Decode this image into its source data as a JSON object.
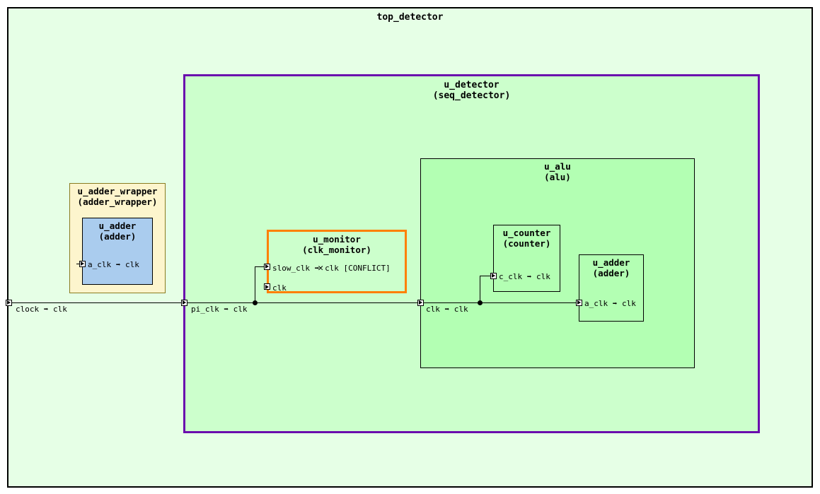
{
  "diagram": {
    "title": "top_detector",
    "background": "#e6ffe6",
    "border_color": "#000000"
  },
  "modules": {
    "top_detector": {
      "name": "top_detector",
      "type": "",
      "fill": "#e6ffe6",
      "border": "#000000"
    },
    "u_detector": {
      "name": "u_detector",
      "type": "(seq_detector)",
      "fill": "#ccffcc",
      "border": "#6a0dad"
    },
    "u_adder_wrapper": {
      "name": "u_adder_wrapper",
      "type": "(adder_wrapper)",
      "fill": "#fdf5cd",
      "border": "#8a7c20"
    },
    "u_adder_wrapper_inner": {
      "name": "u_adder",
      "type": "(adder)",
      "fill": "#aaccee",
      "border": "#000000"
    },
    "u_monitor": {
      "name": "u_monitor",
      "type": "(clk_monitor)",
      "fill": "#ccffcc",
      "border": "#ff8000"
    },
    "u_alu": {
      "name": "u_alu",
      "type": "(alu)",
      "fill": "#b3ffb3",
      "border": "#000000"
    },
    "u_counter": {
      "name": "u_counter",
      "type": "(counter)",
      "fill": "#b3ffb3",
      "border": "#000000"
    },
    "u_alu_adder": {
      "name": "u_adder",
      "type": "(adder)",
      "fill": "#b3ffb3",
      "border": "#000000"
    }
  },
  "nets": {
    "top_clock": "clock ➡ clk",
    "detector_clock": "pi_clk ➡ clk",
    "alu_clock": "clk ➡ clk",
    "wrapper_adder_clock": "a_clk ➡ clk",
    "counter_clock": "c_clk ➡ clk",
    "alu_adder_clock": "a_clk ➡ clk",
    "monitor_slow_clk_prefix": "slow_clk ➡",
    "monitor_conflict_marker": "✕",
    "monitor_slow_clk_suffix": "clk [CONFLICT]",
    "monitor_clk": "clk"
  },
  "icons": {
    "port": "port-arrow-icon",
    "junction": "wire-junction-icon",
    "conflict": "conflict-x-icon"
  }
}
